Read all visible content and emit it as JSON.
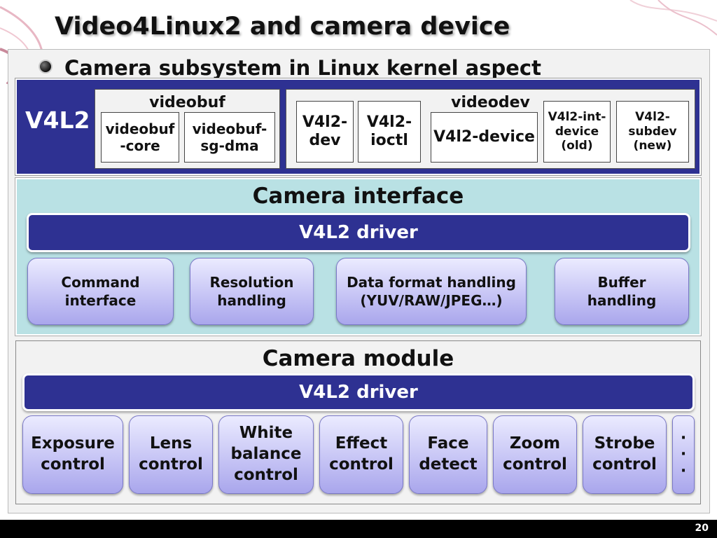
{
  "slide": {
    "title": "Video4Linux2 and camera device",
    "subtitle": "Camera subsystem in Linux kernel aspect",
    "page_number": "20"
  },
  "v4l2": {
    "label": "V4L2",
    "videobuf": {
      "title": "videobuf",
      "items": [
        "videobuf\n-core",
        "videobuf-\nsg-dma"
      ]
    },
    "videodev": {
      "title": "videodev",
      "items": [
        "V4l2-\ndev",
        "V4l2-\nioctl",
        "V4l2-device",
        "V4l2-int-\ndevice\n(old)",
        "V4l2-\nsubdev\n(new)"
      ]
    }
  },
  "camera_interface": {
    "title": "Camera interface",
    "driver_label": "V4L2 driver",
    "blocks": [
      "Command\ninterface",
      "Resolution\nhandling",
      "Data format handling\n(YUV/RAW/JPEG…)",
      "Buffer\nhandling"
    ]
  },
  "camera_module": {
    "title": "Camera module",
    "driver_label": "V4L2 driver",
    "blocks": [
      "Exposure\ncontrol",
      "Lens\ncontrol",
      "White\nbalance\ncontrol",
      "Effect\ncontrol",
      "Face\ndetect",
      "Zoom\ncontrol",
      "Strobe\ncontrol",
      "·\n·\n·"
    ]
  },
  "colors": {
    "v4l2_band": "#2e3192",
    "interface_panel": "#b9e1e4",
    "pill_fill": "#c7c5f5",
    "footer": "#000000"
  }
}
